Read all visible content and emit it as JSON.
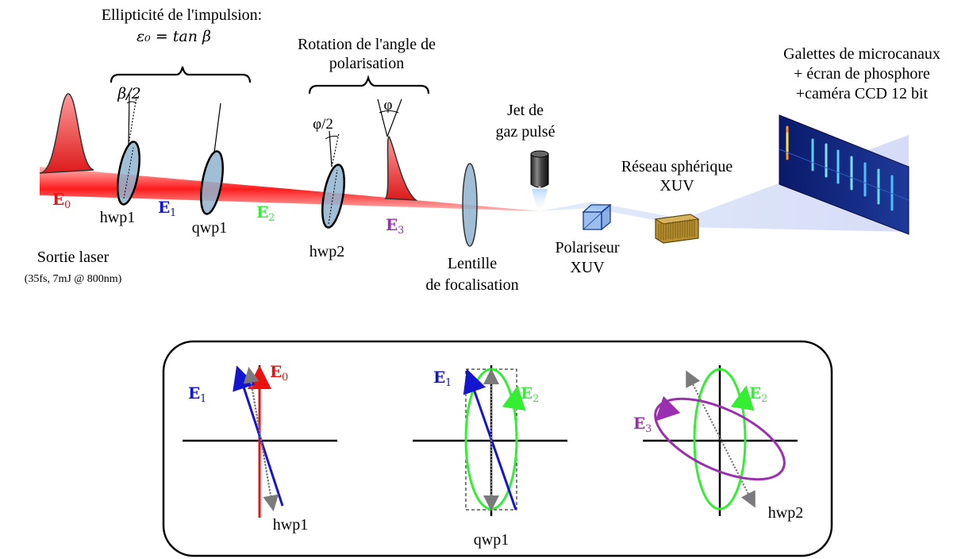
{
  "labels": {
    "ellipticity_title": "Ellipticité de l'impulsion:",
    "ellipticity_formula": "ε₀ = tan β",
    "beta_half": "β/2",
    "rotation_title_1": "Rotation de l'angle de",
    "rotation_title_2": "polarisation",
    "phi_half": "φ/2",
    "phi": "φ",
    "jet_1": "Jet de",
    "jet_2": "gaz pulsé",
    "mcp_1": "Galettes de microcanaux",
    "mcp_2": "+ écran de phosphore",
    "mcp_3": "+caméra CCD 12 bit",
    "grating_1": "Réseau sphérique",
    "grating_2": "XUV",
    "polarizer_1": "Polariseur",
    "polarizer_2": "XUV",
    "lens_1": "Lentille",
    "lens_2": "de focalisation",
    "laser_1": "Sortie laser",
    "laser_2": "(35fs, 7mJ @ 800nm)",
    "hwp1": "hwp1",
    "qwp1": "qwp1",
    "hwp2": "hwp2",
    "E0": "E",
    "E0_sub": "0",
    "E1": "E",
    "E1_sub": "1",
    "E2": "E",
    "E2_sub": "2",
    "E3": "E",
    "E3_sub": "3"
  },
  "panel": {
    "p1_E1": "E",
    "p1_E1_sub": "1",
    "p1_E0": "E",
    "p1_E0_sub": "0",
    "p1_label": "hwp1",
    "p2_E1": "E",
    "p2_E1_sub": "1",
    "p2_E2": "E",
    "p2_E2_sub": "2",
    "p2_label": "qwp1",
    "p3_E3": "E",
    "p3_E3_sub": "3",
    "p3_E2": "E",
    "p3_E2_sub": "2",
    "p3_label": "hwp2"
  },
  "colors": {
    "red": "#ee1111",
    "blue": "#1515d0",
    "green": "#33ee33",
    "purple": "#9a2fb0",
    "gray": "#7a7a7a",
    "waveplate": "#8fb3cf"
  }
}
